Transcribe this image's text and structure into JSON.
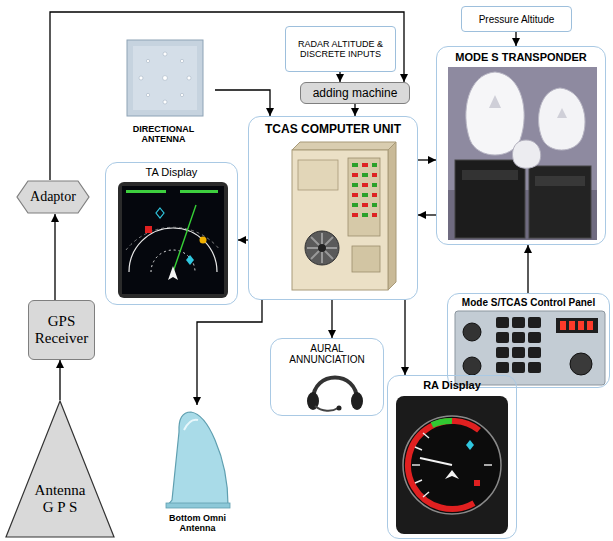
{
  "diagram": {
    "nodes": [
      {
        "text": [
          "DIRECTIONAL ANTENNA"
        ]
      },
      {
        "text": [
          "RADAR ALTITUDE & DISCRETE INPUTS"
        ]
      },
      {
        "text": [
          "Pressure Altitude"
        ]
      },
      {
        "text": [
          "adding machine"
        ]
      },
      {
        "text": [
          "MODE S TRANSPONDER"
        ]
      },
      {
        "text": [
          "TCAS COMPUTER UNIT"
        ]
      },
      {
        "text": [
          "Adaptor"
        ]
      },
      {
        "text": [
          "TA Display"
        ]
      },
      {
        "text": [
          "Mode S/TCAS Control Panel"
        ]
      },
      {
        "text": [
          "GPS Receiver"
        ]
      },
      {
        "text": [
          "AURAL ANNUNCIATION"
        ]
      },
      {
        "text": [
          "RA Display"
        ]
      },
      {
        "text": [
          "Antenna G P S"
        ]
      },
      {
        "text": [
          "Bottom Omni Antenna"
        ]
      }
    ],
    "edges": [
      {
        "from": 0,
        "to": 5,
        "arrow": "to"
      },
      {
        "from": 1,
        "to": 3,
        "arrow": "to"
      },
      {
        "from": 6,
        "to": 3,
        "arrow": "to"
      },
      {
        "from": 3,
        "to": 5,
        "arrow": "to"
      },
      {
        "from": 2,
        "to": 4,
        "arrow": "to"
      },
      {
        "from": 5,
        "to": 4,
        "arrow": "to"
      },
      {
        "from": 4,
        "to": 5,
        "arrow": "to"
      },
      {
        "from": 5,
        "to": 7,
        "arrow": "to"
      },
      {
        "from": 8,
        "to": 4,
        "arrow": "to"
      },
      {
        "from": 9,
        "to": 6,
        "arrow": "to"
      },
      {
        "from": 12,
        "to": 9,
        "arrow": "to"
      },
      {
        "from": 5,
        "to": 10,
        "arrow": "to"
      },
      {
        "from": 5,
        "to": 13,
        "arrow": "to"
      },
      {
        "from": 5,
        "to": 11,
        "arrow": "to"
      }
    ]
  }
}
